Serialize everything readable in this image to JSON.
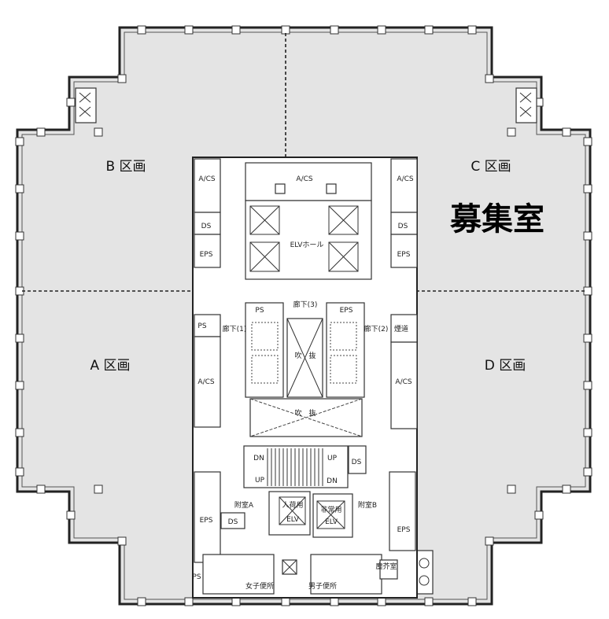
{
  "plan": {
    "zones": {
      "b": "B 区画",
      "c": "C 区画",
      "a": "A 区画",
      "d": "D 区画"
    },
    "vacancy_label": "募集室",
    "rooms": {
      "acs_top": "A/CS",
      "acs_nw": "A/CS",
      "acs_ne": "A/CS",
      "ds_w": "DS",
      "ds_e": "DS",
      "eps_w": "EPS",
      "eps_e": "EPS",
      "elv_hall": "ELVホール",
      "corridor3": "廊下(3)",
      "ps_core": "PS",
      "eps_core": "EPS",
      "ps_w": "PS",
      "corridor1": "廊下(1)",
      "corridor2": "廊下(2)",
      "flue": "煙道",
      "void1": "吹　抜",
      "acs_sw": "A/CS",
      "acs_se": "A/CS",
      "void2": "吹　抜",
      "stair_dn1": "DN",
      "stair_up1": "UP",
      "stair_up2": "UP",
      "stair_dn2": "DN",
      "ds_stair": "DS",
      "anteroom_a": "附室A",
      "anteroom_b": "附室B",
      "eps_sw": "EPS",
      "ds_s": "DS",
      "freight_elv": "人荷用",
      "freight_elv2": "ELV",
      "emergency_elv": "非常用",
      "emergency_elv2": "ELV",
      "eps_se": "EPS",
      "trash_room": "塵芥室",
      "ps_s": "PS",
      "womens_restroom": "女子便所",
      "mens_restroom": "男子便所"
    },
    "colors": {
      "floor": "#e4e4e4",
      "core": "#ffffff",
      "line": "#222222"
    }
  }
}
